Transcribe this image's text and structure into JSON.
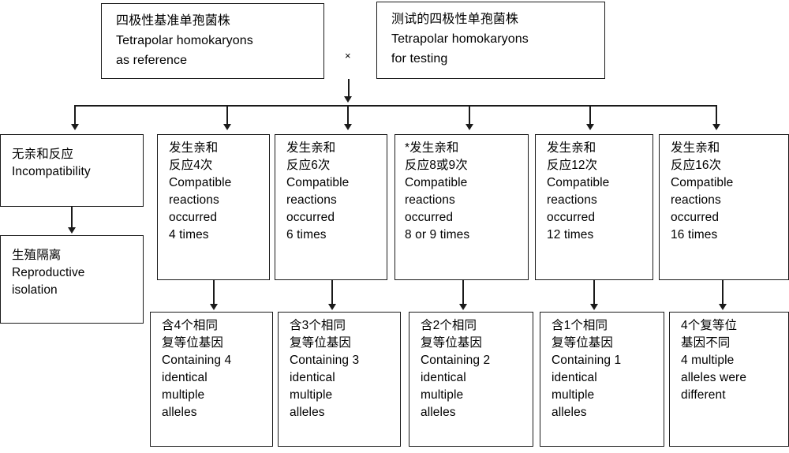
{
  "diagram": {
    "title_row": {
      "reference_box": {
        "zh": "四极性基准单孢菌株",
        "en_line1": "Tetrapolar homokaryons",
        "en_line2": "as reference",
        "text": "四极性基准单孢菌株\nTetrapolar homokaryons\nas reference"
      },
      "cross_symbol": "×",
      "testing_box": {
        "zh": "测试的四极性单孢菌株",
        "en_line1": "Tetrapolar homokaryons",
        "en_line2": "for testing",
        "text": "测试的四极性单孢菌株\nTetrapolar homokaryons\nfor testing"
      }
    },
    "outcome_row": [
      {
        "id": "incompatibility",
        "text": "无亲和反应\nIncompatibility"
      },
      {
        "id": "compatible-4",
        "text": "发生亲和\n反应4次\nCompatible\nreactions\noccurred\n4 times"
      },
      {
        "id": "compatible-6",
        "text": "发生亲和\n反应6次\nCompatible\nreactions\noccurred\n6 times"
      },
      {
        "id": "compatible-8-or-9",
        "text": "*发生亲和\n反应8或9次\nCompatible\nreactions\noccurred\n8 or 9 times"
      },
      {
        "id": "compatible-12",
        "text": "发生亲和\n反应12次\nCompatible\nreactions\noccurred\n12 times"
      },
      {
        "id": "compatible-16",
        "text": "发生亲和\n反应16次\nCompatible\nreactions\noccurred\n16 times"
      }
    ],
    "conclusion_row": [
      {
        "id": "reproductive-isolation",
        "text": "生殖隔离\nReproductive\nisolation"
      },
      {
        "id": "identical-4",
        "text": "含4个相同\n复等位基因\nContaining 4\nidentical\nmultiple\nalleles"
      },
      {
        "id": "identical-3",
        "text": "含3个相同\n复等位基因\nContaining 3\nidentical\nmultiple\nalleles"
      },
      {
        "id": "identical-2",
        "text": "含2个相同\n复等位基因\nContaining 2\nidentical\nmultiple\nalleles"
      },
      {
        "id": "identical-1",
        "text": "含1个相同\n复等位基因\nContaining 1\nidentical\nmultiple\nalleles"
      },
      {
        "id": "all-different",
        "text": "4个复等位\n基因不同\n4 multiple\nalleles were\ndifferent"
      }
    ],
    "colors": {
      "stroke": "#1a1a1a",
      "background": "#ffffff",
      "text": "#000000"
    }
  }
}
